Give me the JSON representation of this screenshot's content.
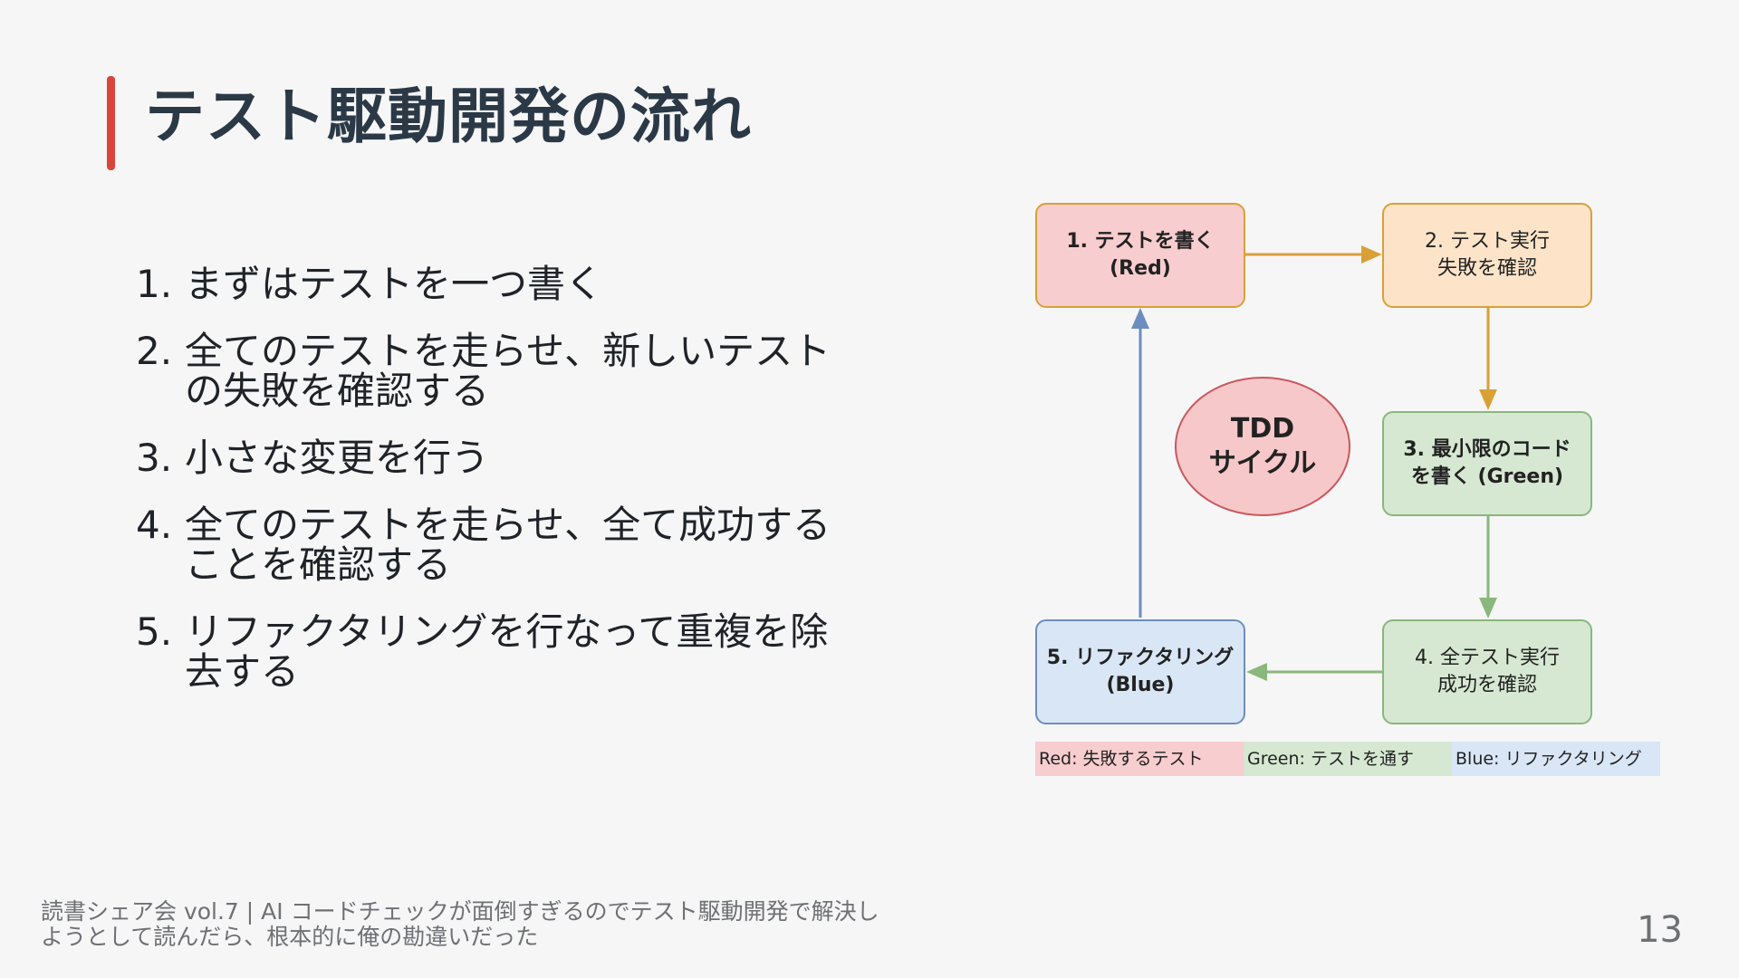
{
  "slide": {
    "title": "テスト駆動開発の流れ",
    "page_number": "13",
    "accent_color": "#d9453b"
  },
  "steps": [
    {
      "num": "1.",
      "text": "まずはテストを一つ書く"
    },
    {
      "num": "2.",
      "text": "全てのテストを走らせ、新しいテストの失敗を確認する"
    },
    {
      "num": "3.",
      "text": "小さな変更を行う"
    },
    {
      "num": "4.",
      "text": "全てのテストを走らせ、全て成功することを確認する"
    },
    {
      "num": "5.",
      "text": "リファクタリングを行なって重複を除去する"
    }
  ],
  "diagram": {
    "nodes": {
      "write_test": {
        "line1": "1. テストを書く",
        "line2": "(Red)",
        "fill": "#f8cdcf",
        "border": "#d9a036"
      },
      "run_fail": {
        "line1": "2. テスト実行",
        "line2": "失敗を確認",
        "fill": "#fde4c9",
        "border": "#d9a036"
      },
      "min_code": {
        "line1": "3. 最小限のコード",
        "line2": "を書く (Green)",
        "fill": "#d6e8d2",
        "border": "#8ab77b"
      },
      "run_pass": {
        "line1": "4. 全テスト実行",
        "line2": "成功を確認",
        "fill": "#d6e8d2",
        "border": "#8ab77b"
      },
      "refactor": {
        "line1": "5. リファクタリング",
        "line2": "(Blue)",
        "fill": "#d9e6f6",
        "border": "#6c8ebf"
      }
    },
    "center": {
      "line1": "TDD",
      "line2": "サイクル"
    },
    "legend": {
      "red": "Red: 失敗するテスト",
      "green": "Green: テストを通す",
      "blue": "Blue: リファクタリング"
    }
  },
  "footer": {
    "line1": "読書シェア会 vol.7 | AI コードチェックが面倒すぎるのでテスト駆動開発で解決し",
    "line2": "ようとして読んだら、根本的に俺の勘違いだった"
  }
}
